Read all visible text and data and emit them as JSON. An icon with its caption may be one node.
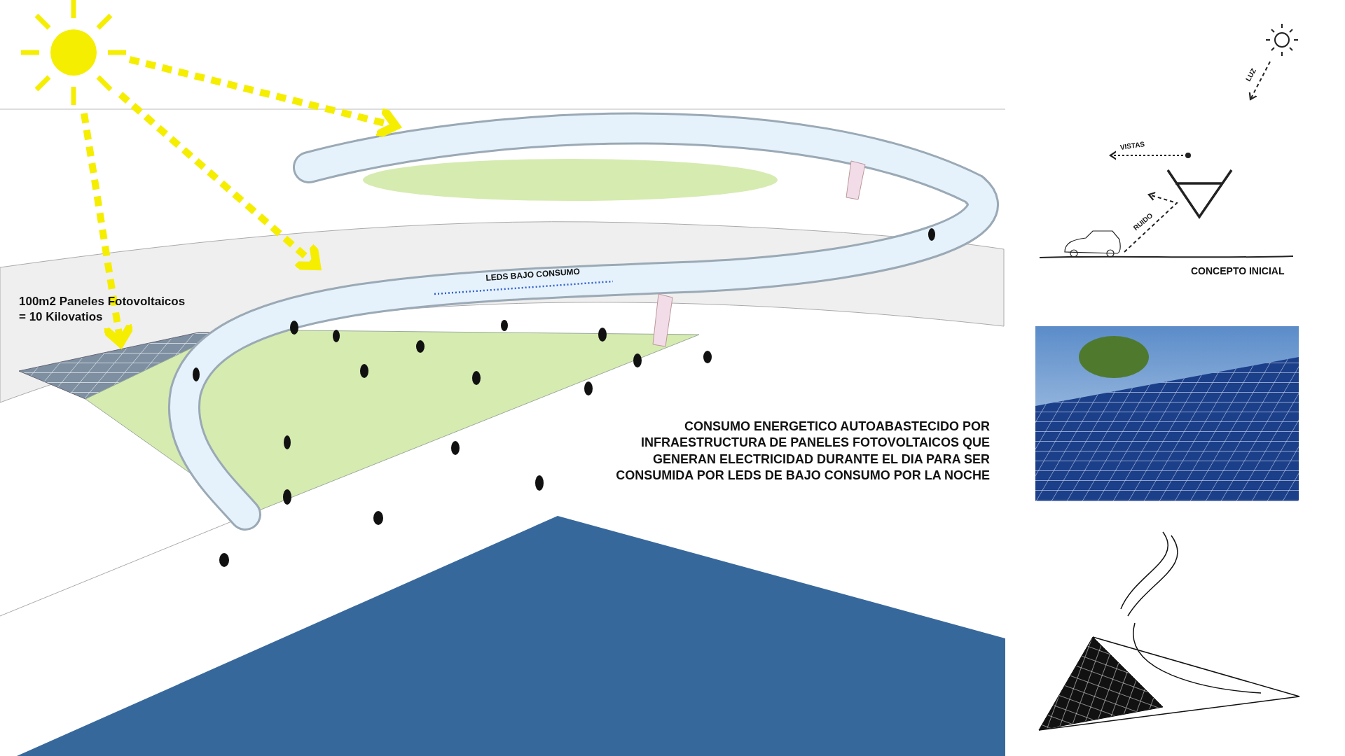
{
  "diagram": {
    "labels": [
      "LUZ",
      "VISTAS",
      "RUIDO",
      "CONCEPTO INICIAL",
      "LEDS BAJO CONSUMO",
      "100m2 Paneles Fotovoltaicos = 10 Kilovatios",
      "CONSUMO ENERGETICO AUTOABASTECIDO POR INFRAESTRUCTURA DE PANELES FOTOVOLTAICOS QUE GENERAN ELECTRICIDAD DURANTE EL DIA PARA SER CONSUMIDA POR LEDS DE BAJO CONSUMO POR LA NOCHE"
    ]
  }
}
